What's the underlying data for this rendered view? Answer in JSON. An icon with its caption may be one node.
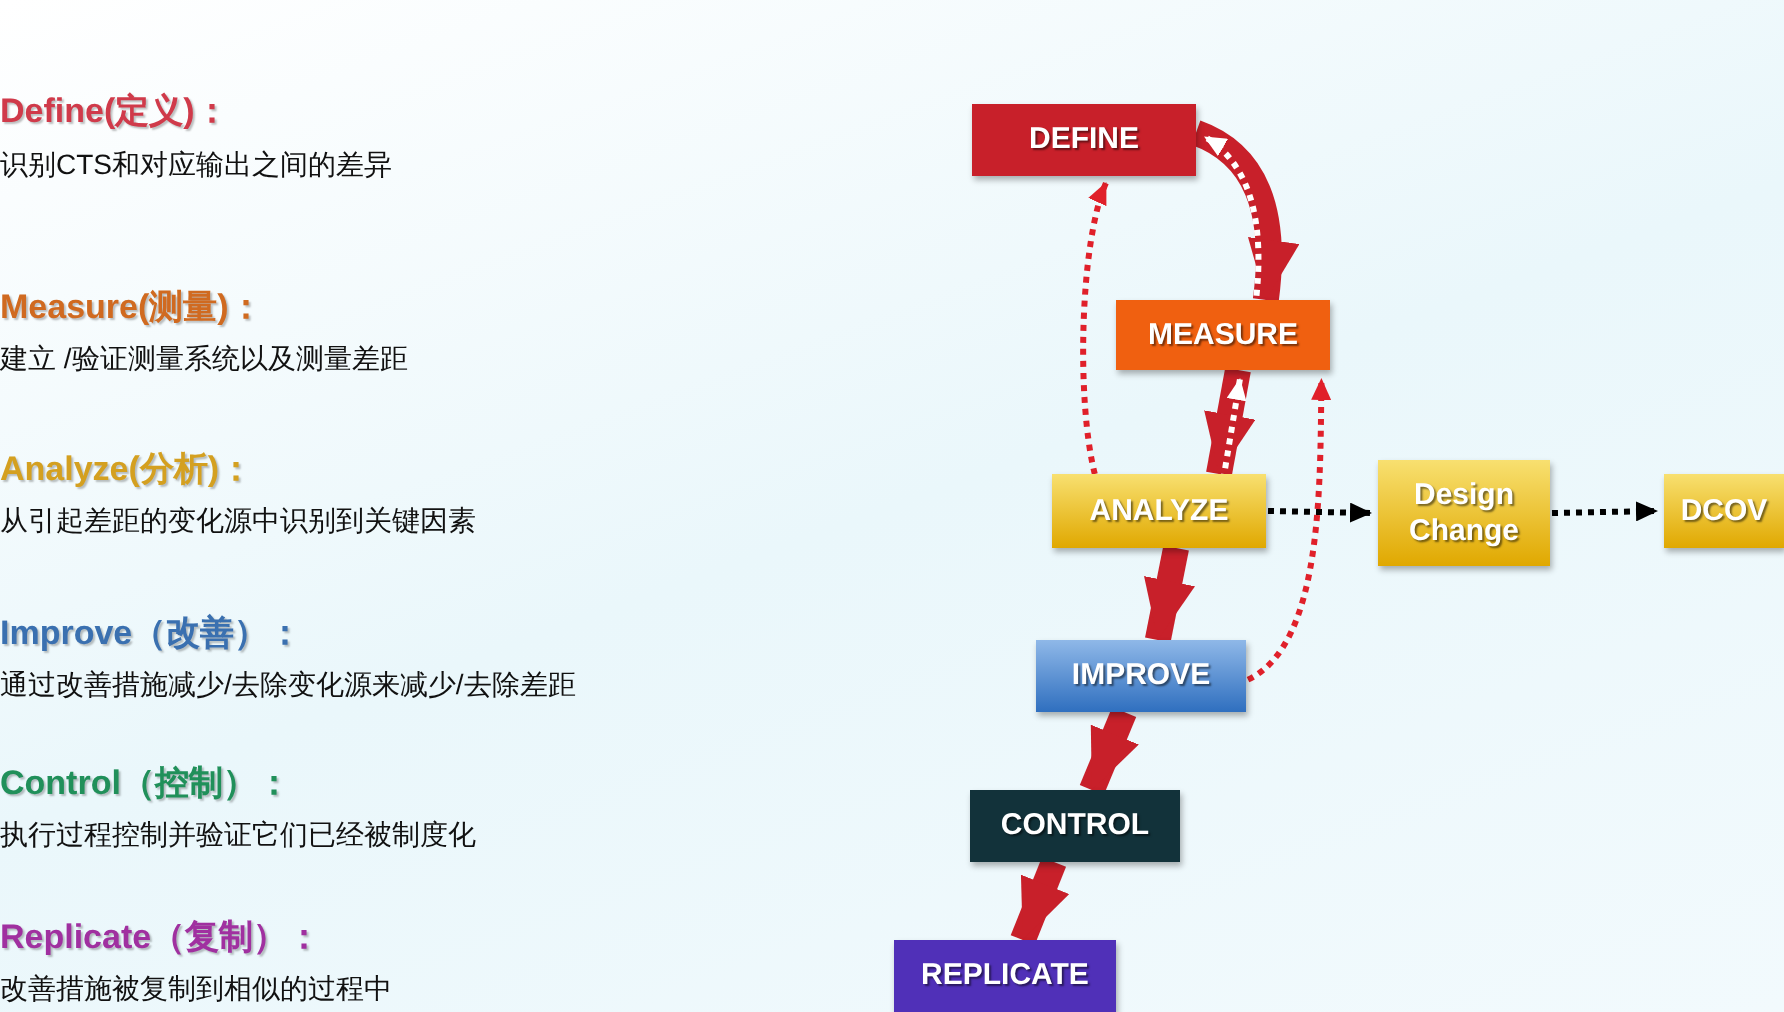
{
  "diagram": {
    "nodes": [
      {
        "text": [
          "DEFINE"
        ]
      },
      {
        "text": [
          "MEASURE"
        ]
      },
      {
        "text": [
          "ANALYZE"
        ]
      },
      {
        "text": [
          "Design Change"
        ]
      },
      {
        "text": [
          "DCOV"
        ]
      },
      {
        "text": [
          "IMPROVE"
        ]
      },
      {
        "text": [
          "CONTROL"
        ]
      },
      {
        "text": [
          "REPLICATE"
        ]
      }
    ],
    "edges": [
      {
        "from": 0,
        "to": 1,
        "arrow": "to",
        "style": "thick"
      },
      {
        "from": 1,
        "to": 0,
        "arrow": "to",
        "style": "dashed",
        "color": "#ffffff"
      },
      {
        "from": 2,
        "to": 0,
        "arrow": "to",
        "style": "dashed",
        "color": "#e0202a"
      },
      {
        "from": 1,
        "to": 2,
        "arrow": "to",
        "style": "thick"
      },
      {
        "from": 2,
        "to": 1,
        "arrow": "to",
        "style": "dashed",
        "color": "#ffffff"
      },
      {
        "from": 2,
        "to": 3,
        "arrow": "to",
        "style": "dashed",
        "color": "#000000"
      },
      {
        "from": 3,
        "to": 4,
        "arrow": "to",
        "style": "dashed",
        "color": "#000000"
      },
      {
        "from": 2,
        "to": 5,
        "arrow": "to",
        "style": "thick"
      },
      {
        "from": 5,
        "to": 1,
        "arrow": "to",
        "style": "dashed",
        "color": "#e0202a"
      },
      {
        "from": 5,
        "to": 6,
        "arrow": "to",
        "style": "thick"
      },
      {
        "from": 6,
        "to": 7,
        "arrow": "to",
        "style": "thick"
      }
    ],
    "labels": [
      "Define(定义)：",
      "识别CTS和对应输出之间的差异",
      "Measure(测量)：",
      "建立 /验证测量系统以及测量差距",
      "Analyze(分析)：",
      "从引起差距的变化源中识别到关键因素",
      "Improve（改善）：",
      "通过改善措施减少/去除变化源来减少/去除差距",
      "Control（控制）：",
      "执行过程控制并验证它们已经被制度化",
      "Replicate（复制）：",
      "改善措施被复制到相似的过程中"
    ]
  }
}
